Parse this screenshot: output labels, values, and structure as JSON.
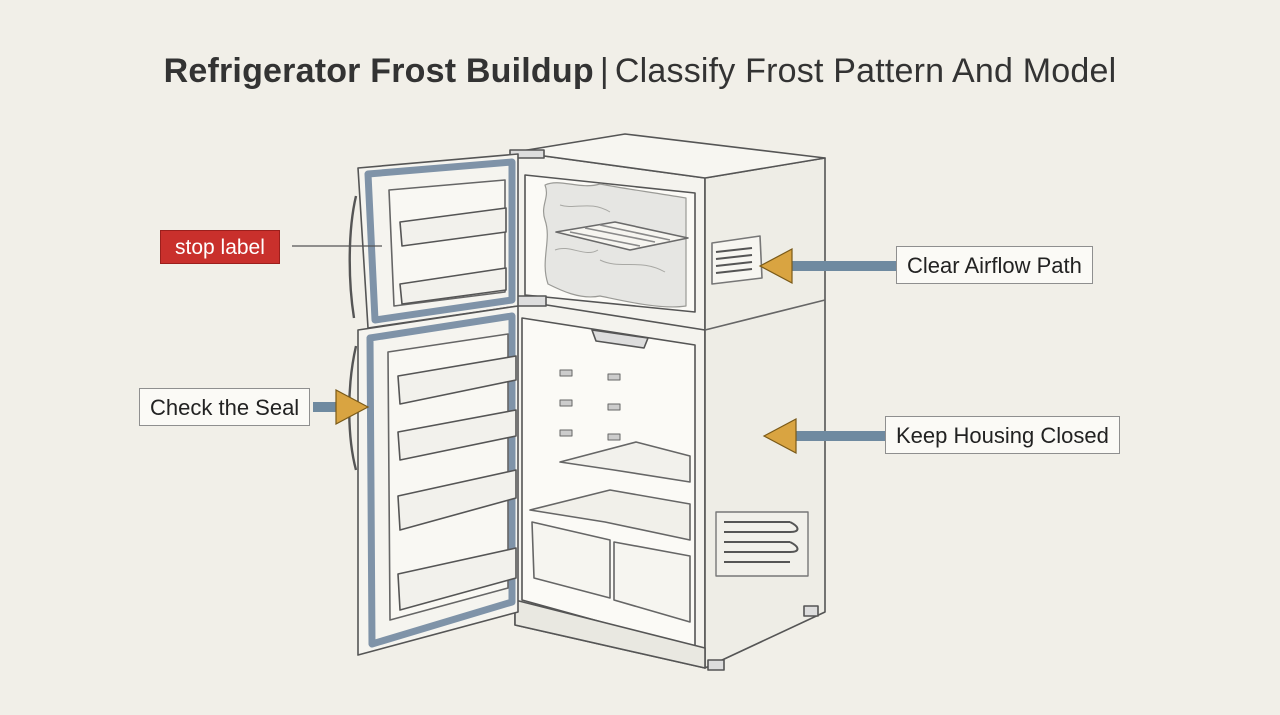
{
  "title": {
    "main": "Refrigerator Frost Buildup",
    "separator": "|",
    "sub": "Classify Frost Pattern And Model"
  },
  "callouts": {
    "stop_label": "stop label",
    "check_seal": "Check the Seal",
    "clear_airflow": "Clear Airflow Path",
    "keep_housing": "Keep Housing Closed"
  },
  "colors": {
    "background": "#f1efe8",
    "stop_label": "#c9302c",
    "arrow_shaft": "#6f8aa0",
    "arrow_head": "#d9a441",
    "gasket": "#7f93a8"
  }
}
